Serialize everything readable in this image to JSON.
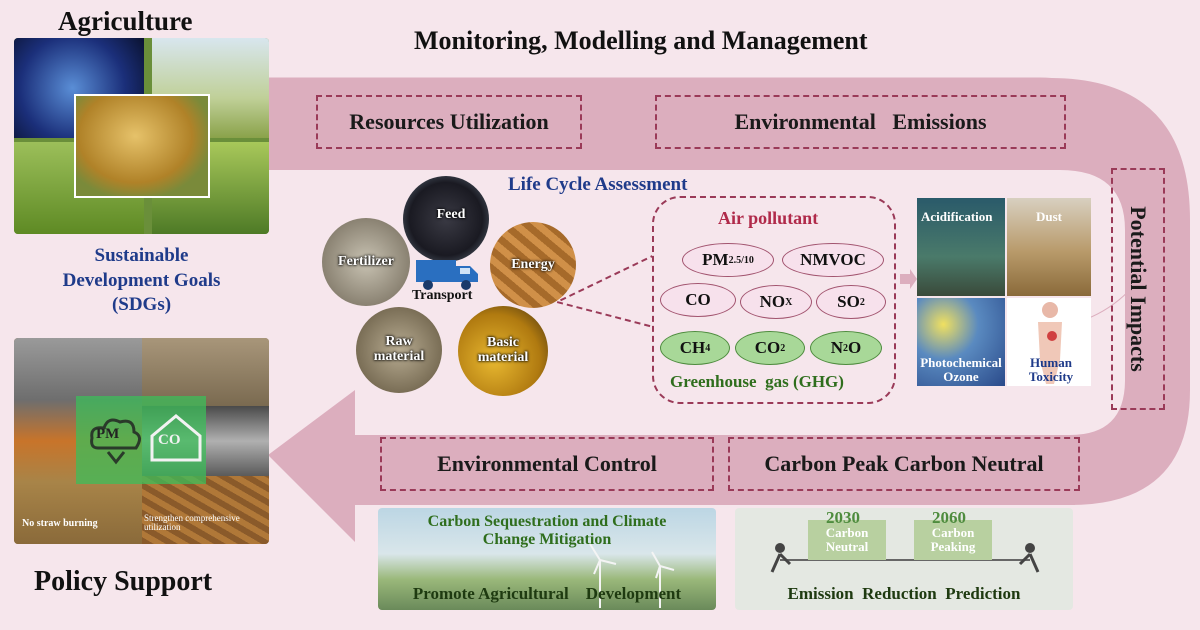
{
  "left": {
    "agriculture_title": "Agriculture",
    "sdg_label": [
      "Sustainable",
      "Development Goals",
      "(SDGs)"
    ],
    "policy_title": "Policy Support",
    "photo_caption_left": "No straw burning",
    "photo_caption_right": "Strengthen comprehensive utilization",
    "pm_icon": "PM",
    "co_icon": "CO"
  },
  "header": {
    "title": "Monitoring, Modelling and Management"
  },
  "loop_boxes": {
    "resources": "Resources Utilization",
    "emissions": "Environmental   Emissions",
    "potential": "Potential Impacts",
    "control": "Environmental Control",
    "carbon": "Carbon Peak Carbon Neutral"
  },
  "lca": {
    "title": "Life Cycle Assessment",
    "materials": [
      "Feed",
      "Fertilizer",
      "Energy",
      "Raw material",
      "Basic material"
    ],
    "transport": "Transport"
  },
  "air": {
    "title": "Air pollutant",
    "pollutants": [
      "PM2.5/10",
      "NMVOC",
      "CO",
      "NOX",
      "SO2"
    ],
    "ghg": [
      "CH4",
      "CO2",
      "N2O"
    ],
    "ghg_label": "Greenhouse  gas (GHG)"
  },
  "impacts": {
    "acidification": "Acidification",
    "dust": "Dust",
    "ozone": "Photochemical Ozone",
    "toxicity": "Human Toxicity"
  },
  "bottom": {
    "carbon_seq": [
      "Carbon Sequestration and Climate",
      "Change Mitigation"
    ],
    "promote": "Promote Agricultural    Development",
    "year_2030": "2030",
    "neutral": [
      "Carbon",
      "Neutral"
    ],
    "year_2060": "2060",
    "peaking": [
      "Carbon",
      "Peaking"
    ],
    "prediction": "Emission  Reduction  Prediction"
  },
  "colors": {
    "loop": "#dcaebe",
    "dash": "#9a3a58",
    "lca_title": "#1f3b8a",
    "air_title": "#b02a4a",
    "ghg_green": "#a8d898",
    "green_text": "#2f6e1d"
  }
}
